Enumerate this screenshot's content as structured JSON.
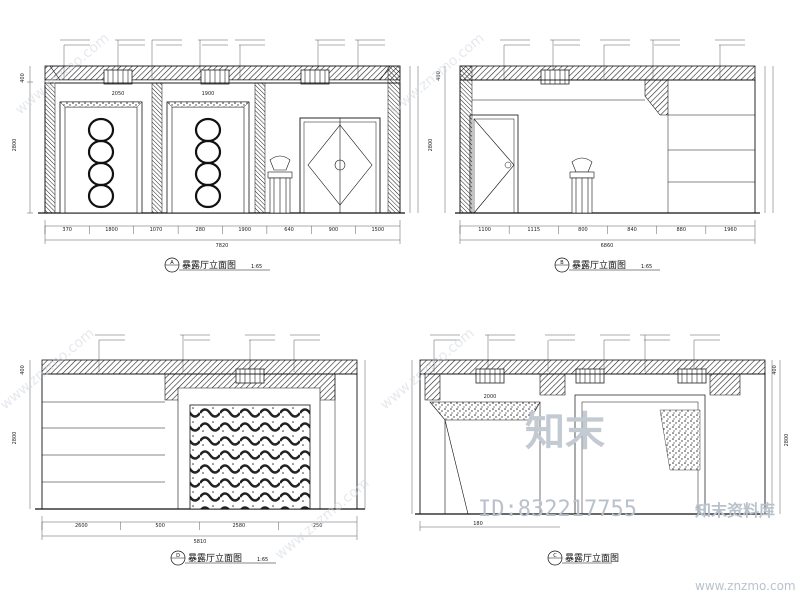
{
  "drawings": {
    "a": {
      "title": "暴露厅立面图",
      "label": "A",
      "scale": "1:65",
      "total": "7820",
      "height_total": "2800",
      "top_dims": [
        "2050",
        "1900"
      ],
      "bottom_dims": [
        "370",
        "1800",
        "1070",
        "280",
        "1900",
        "640",
        "900",
        "1500"
      ]
    },
    "b": {
      "title": "暴露厅立面图",
      "label": "B",
      "scale": "1:65",
      "total": "6860",
      "height_total": "2800",
      "bottom_dims": [
        "1100",
        "1115",
        "800",
        "840",
        "880",
        "1960"
      ]
    },
    "c": {
      "title": "暴露厅立面图",
      "label": "D",
      "scale": "1:65",
      "total": "5810",
      "height_total": "2800",
      "bottom_dims": [
        "2600",
        "500",
        "2580",
        "250"
      ]
    },
    "d": {
      "title": "暴露厅立面图",
      "label": "C",
      "height_total": "2800",
      "top_dims": [
        "2000"
      ],
      "bottom_dims": [
        "180"
      ]
    }
  },
  "watermark": {
    "brand_cn": "知末",
    "id_text": "ID:832217755",
    "library": "知末资料库",
    "url": "www.znzmo.com",
    "diag": "www.znzmo.com"
  }
}
